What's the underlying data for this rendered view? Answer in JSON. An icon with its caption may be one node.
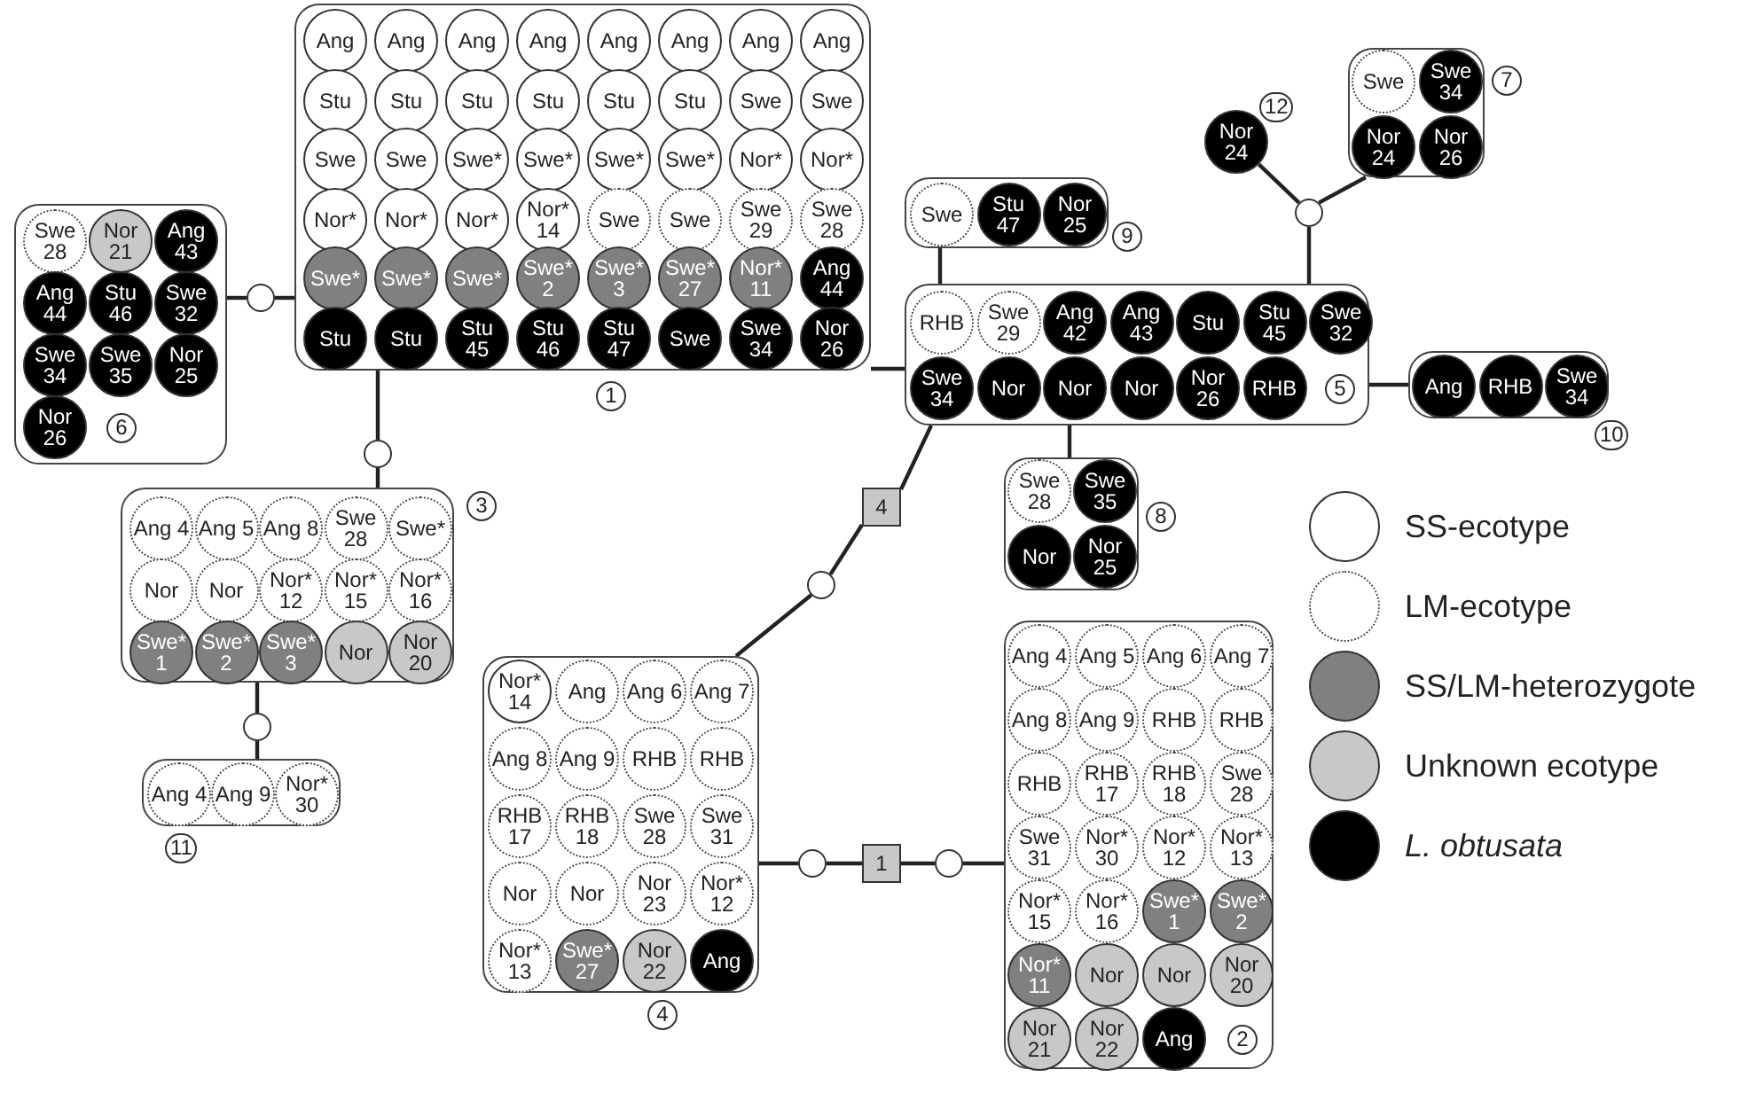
{
  "diagram": {
    "nodes": [
      {
        "text": [
          "6"
        ]
      },
      {
        "text": [
          "Swe 28"
        ],
        "in": 0
      },
      {
        "text": [
          "Nor 21"
        ],
        "in": 0
      },
      {
        "text": [
          "Ang 43"
        ],
        "in": 0
      },
      {
        "text": [
          "Ang 44"
        ],
        "in": 0
      },
      {
        "text": [
          "Stu 46"
        ],
        "in": 0
      },
      {
        "text": [
          "Swe 32"
        ],
        "in": 0
      },
      {
        "text": [
          "Swe 34"
        ],
        "in": 0
      },
      {
        "text": [
          "Swe 35"
        ],
        "in": 0
      },
      {
        "text": [
          "Nor 25"
        ],
        "in": 0
      },
      {
        "text": [
          "Nor 26"
        ],
        "in": 0
      },
      {
        "text": [],
        "shape": "circle"
      },
      {
        "text": [
          "1"
        ]
      },
      {
        "text": [
          "Ang"
        ],
        "in": 12
      },
      {
        "text": [
          "Ang"
        ],
        "in": 12
      },
      {
        "text": [
          "Ang"
        ],
        "in": 12
      },
      {
        "text": [
          "Ang"
        ],
        "in": 12
      },
      {
        "text": [
          "Ang"
        ],
        "in": 12
      },
      {
        "text": [
          "Ang"
        ],
        "in": 12
      },
      {
        "text": [
          "Ang"
        ],
        "in": 12
      },
      {
        "text": [
          "Ang"
        ],
        "in": 12
      },
      {
        "text": [
          "Stu"
        ],
        "in": 12
      },
      {
        "text": [
          "Stu"
        ],
        "in": 12
      },
      {
        "text": [
          "Stu"
        ],
        "in": 12
      },
      {
        "text": [
          "Stu"
        ],
        "in": 12
      },
      {
        "text": [
          "Stu"
        ],
        "in": 12
      },
      {
        "text": [
          "Stu"
        ],
        "in": 12
      },
      {
        "text": [
          "Swe"
        ],
        "in": 12
      },
      {
        "text": [
          "Swe"
        ],
        "in": 12
      },
      {
        "text": [
          "Swe"
        ],
        "in": 12
      },
      {
        "text": [
          "Swe"
        ],
        "in": 12
      },
      {
        "text": [
          "Swe*"
        ],
        "in": 12
      },
      {
        "text": [
          "Swe*"
        ],
        "in": 12
      },
      {
        "text": [
          "Swe*"
        ],
        "in": 12
      },
      {
        "text": [
          "Swe*"
        ],
        "in": 12
      },
      {
        "text": [
          "Nor*"
        ],
        "in": 12
      },
      {
        "text": [
          "Nor*"
        ],
        "in": 12
      },
      {
        "text": [
          "Nor*"
        ],
        "in": 12
      },
      {
        "text": [
          "Nor*"
        ],
        "in": 12
      },
      {
        "text": [
          "Nor*"
        ],
        "in": 12
      },
      {
        "text": [
          "Nor* 14"
        ],
        "in": 12
      },
      {
        "text": [
          "Swe"
        ],
        "in": 12
      },
      {
        "text": [
          "Swe"
        ],
        "in": 12
      },
      {
        "text": [
          "Swe 29"
        ],
        "in": 12
      },
      {
        "text": [
          "Swe 28"
        ],
        "in": 12
      },
      {
        "text": [
          "Swe*"
        ],
        "in": 12
      },
      {
        "text": [
          "Swe*"
        ],
        "in": 12
      },
      {
        "text": [
          "Swe*"
        ],
        "in": 12
      },
      {
        "text": [
          "Swe* 2"
        ],
        "in": 12
      },
      {
        "text": [
          "Swe* 3"
        ],
        "in": 12
      },
      {
        "text": [
          "Swe* 27"
        ],
        "in": 12
      },
      {
        "text": [
          "Nor* 11"
        ],
        "in": 12
      },
      {
        "text": [
          "Ang 44"
        ],
        "in": 12
      },
      {
        "text": [
          "Stu"
        ],
        "in": 12
      },
      {
        "text": [
          "Stu"
        ],
        "in": 12
      },
      {
        "text": [
          "Stu 45"
        ],
        "in": 12
      },
      {
        "text": [
          "Stu 46"
        ],
        "in": 12
      },
      {
        "text": [
          "Stu 47"
        ],
        "in": 12
      },
      {
        "text": [
          "Swe"
        ],
        "in": 12
      },
      {
        "text": [
          "Swe 34"
        ],
        "in": 12
      },
      {
        "text": [
          "Nor 26"
        ],
        "in": 12
      },
      {
        "text": [],
        "shape": "circle"
      },
      {
        "text": [
          "3"
        ]
      },
      {
        "text": [
          "Ang 4"
        ],
        "in": 62
      },
      {
        "text": [
          "Ang 5"
        ],
        "in": 62
      },
      {
        "text": [
          "Ang 8"
        ],
        "in": 62
      },
      {
        "text": [
          "Swe 28"
        ],
        "in": 62
      },
      {
        "text": [
          "Swe*"
        ],
        "in": 62
      },
      {
        "text": [
          "Nor"
        ],
        "in": 62
      },
      {
        "text": [
          "Nor"
        ],
        "in": 62
      },
      {
        "text": [
          "Nor* 12"
        ],
        "in": 62
      },
      {
        "text": [
          "Nor* 15"
        ],
        "in": 62
      },
      {
        "text": [
          "Nor* 16"
        ],
        "in": 62
      },
      {
        "text": [
          "Swe* 1"
        ],
        "in": 62
      },
      {
        "text": [
          "Swe* 2"
        ],
        "in": 62
      },
      {
        "text": [
          "Swe* 3"
        ],
        "in": 62
      },
      {
        "text": [
          "Nor"
        ],
        "in": 62
      },
      {
        "text": [
          "Nor 20"
        ],
        "in": 62
      },
      {
        "text": [],
        "shape": "circle"
      },
      {
        "text": [
          "11"
        ]
      },
      {
        "text": [
          "Ang 4"
        ],
        "in": 79
      },
      {
        "text": [
          "Ang 9"
        ],
        "in": 79
      },
      {
        "text": [
          "Nor* 30"
        ],
        "in": 79
      },
      {
        "text": [
          "9"
        ]
      },
      {
        "text": [
          "Swe"
        ],
        "in": 83
      },
      {
        "text": [
          "Stu 47"
        ],
        "in": 83
      },
      {
        "text": [
          "Nor 25"
        ],
        "in": 83
      },
      {
        "text": [
          "Nor 24"
        ],
        "beside": [
          "12"
        ]
      },
      {
        "text": [],
        "shape": "circle"
      },
      {
        "text": [
          "7"
        ]
      },
      {
        "text": [
          "Swe"
        ],
        "in": 89
      },
      {
        "text": [
          "Swe 34"
        ],
        "in": 89
      },
      {
        "text": [
          "Nor 24"
        ],
        "in": 89
      },
      {
        "text": [
          "Nor 26"
        ],
        "in": 89
      },
      {
        "text": [
          "5"
        ]
      },
      {
        "text": [
          "RHB"
        ],
        "in": 94
      },
      {
        "text": [
          "Swe 29"
        ],
        "in": 94
      },
      {
        "text": [
          "Ang 42"
        ],
        "in": 94
      },
      {
        "text": [
          "Ang 43"
        ],
        "in": 94
      },
      {
        "text": [
          "Stu"
        ],
        "in": 94
      },
      {
        "text": [
          "Stu 45"
        ],
        "in": 94
      },
      {
        "text": [
          "Swe 32"
        ],
        "in": 94
      },
      {
        "text": [
          "Swe 34"
        ],
        "in": 94
      },
      {
        "text": [
          "Nor"
        ],
        "in": 94
      },
      {
        "text": [
          "Nor"
        ],
        "in": 94
      },
      {
        "text": [
          "Nor"
        ],
        "in": 94
      },
      {
        "text": [
          "Nor 26"
        ],
        "in": 94
      },
      {
        "text": [
          "RHB"
        ],
        "in": 94
      },
      {
        "text": [
          "10"
        ]
      },
      {
        "text": [
          "Ang"
        ],
        "in": 108
      },
      {
        "text": [
          "RHB"
        ],
        "in": 108
      },
      {
        "text": [
          "Swe 34"
        ],
        "in": 108
      },
      {
        "text": [
          "8"
        ]
      },
      {
        "text": [
          "Swe 28"
        ],
        "in": 112
      },
      {
        "text": [
          "Swe 35"
        ],
        "in": 112
      },
      {
        "text": [
          "Nor"
        ],
        "in": 112
      },
      {
        "text": [
          "Nor 25"
        ],
        "in": 112
      },
      {
        "text": [
          "4"
        ]
      },
      {
        "text": [],
        "shape": "circle"
      },
      {
        "text": [
          "4"
        ]
      },
      {
        "text": [
          "Nor* 14"
        ],
        "in": 119
      },
      {
        "text": [
          "Ang"
        ],
        "in": 119
      },
      {
        "text": [
          "Ang 6"
        ],
        "in": 119
      },
      {
        "text": [
          "Ang 7"
        ],
        "in": 119
      },
      {
        "text": [
          "Ang 8"
        ],
        "in": 119
      },
      {
        "text": [
          "Ang 9"
        ],
        "in": 119
      },
      {
        "text": [
          "RHB"
        ],
        "in": 119
      },
      {
        "text": [
          "RHB"
        ],
        "in": 119
      },
      {
        "text": [
          "RHB 17"
        ],
        "in": 119
      },
      {
        "text": [
          "RHB 18"
        ],
        "in": 119
      },
      {
        "text": [
          "Swe 28"
        ],
        "in": 119
      },
      {
        "text": [
          "Swe 31"
        ],
        "in": 119
      },
      {
        "text": [
          "Nor"
        ],
        "in": 119
      },
      {
        "text": [
          "Nor"
        ],
        "in": 119
      },
      {
        "text": [
          "Nor 23"
        ],
        "in": 119
      },
      {
        "text": [
          "Nor* 12"
        ],
        "in": 119
      },
      {
        "text": [
          "Nor* 13"
        ],
        "in": 119
      },
      {
        "text": [
          "Swe* 27"
        ],
        "in": 119
      },
      {
        "text": [
          "Nor 22"
        ],
        "in": 119
      },
      {
        "text": [
          "Ang"
        ],
        "in": 119
      },
      {
        "text": [],
        "shape": "circle"
      },
      {
        "text": [
          "1"
        ]
      },
      {
        "text": [],
        "shape": "circle"
      },
      {
        "text": [
          "2"
        ]
      },
      {
        "text": [
          "Ang 4"
        ],
        "in": 143
      },
      {
        "text": [
          "Ang 5"
        ],
        "in": 143
      },
      {
        "text": [
          "Ang 6"
        ],
        "in": 143
      },
      {
        "text": [
          "Ang 7"
        ],
        "in": 143
      },
      {
        "text": [
          "Ang 8"
        ],
        "in": 143
      },
      {
        "text": [
          "Ang 9"
        ],
        "in": 143
      },
      {
        "text": [
          "RHB"
        ],
        "in": 143
      },
      {
        "text": [
          "RHB"
        ],
        "in": 143
      },
      {
        "text": [
          "RHB"
        ],
        "in": 143
      },
      {
        "text": [
          "RHB 17"
        ],
        "in": 143
      },
      {
        "text": [
          "RHB 18"
        ],
        "in": 143
      },
      {
        "text": [
          "Swe 28"
        ],
        "in": 143
      },
      {
        "text": [
          "Swe 31"
        ],
        "in": 143
      },
      {
        "text": [
          "Nor* 30"
        ],
        "in": 143
      },
      {
        "text": [
          "Nor* 12"
        ],
        "in": 143
      },
      {
        "text": [
          "Nor* 13"
        ],
        "in": 143
      },
      {
        "text": [
          "Nor* 15"
        ],
        "in": 143
      },
      {
        "text": [
          "Nor* 16"
        ],
        "in": 143
      },
      {
        "text": [
          "Swe* 1"
        ],
        "in": 143
      },
      {
        "text": [
          "Swe* 2"
        ],
        "in": 143
      },
      {
        "text": [
          "Nor* 11"
        ],
        "in": 143
      },
      {
        "text": [
          "Nor"
        ],
        "in": 143
      },
      {
        "text": [
          "Nor"
        ],
        "in": 143
      },
      {
        "text": [
          "Nor 20"
        ],
        "in": 143
      },
      {
        "text": [
          "Nor 21"
        ],
        "in": 143
      },
      {
        "text": [
          "Nor 22"
        ],
        "in": 143
      },
      {
        "text": [
          "Ang"
        ],
        "in": 143
      }
    ],
    "edges": [
      {
        "from": 0,
        "to": 11,
        "arrow": "none"
      },
      {
        "from": 11,
        "to": 12,
        "arrow": "none"
      },
      {
        "from": 12,
        "to": 61,
        "arrow": "none"
      },
      {
        "from": 61,
        "to": 62,
        "arrow": "none"
      },
      {
        "from": 62,
        "to": 78,
        "arrow": "none"
      },
      {
        "from": 78,
        "to": 79,
        "arrow": "none"
      },
      {
        "from": 12,
        "to": 94,
        "arrow": "none"
      },
      {
        "from": 83,
        "to": 94,
        "arrow": "none"
      },
      {
        "from": 87,
        "to": 88,
        "arrow": "none"
      },
      {
        "from": 88,
        "to": 89,
        "arrow": "none"
      },
      {
        "from": 88,
        "to": 94,
        "arrow": "none"
      },
      {
        "from": 94,
        "to": 108,
        "arrow": "none"
      },
      {
        "from": 94,
        "to": 112,
        "arrow": "none"
      },
      {
        "from": 94,
        "to": 117,
        "arrow": "none"
      },
      {
        "from": 117,
        "to": 118,
        "arrow": "none"
      },
      {
        "from": 118,
        "to": 119,
        "arrow": "none"
      },
      {
        "from": 119,
        "to": 140,
        "arrow": "none"
      },
      {
        "from": 140,
        "to": 141,
        "arrow": "none"
      },
      {
        "from": 141,
        "to": 142,
        "arrow": "none"
      },
      {
        "from": 142,
        "to": 143,
        "arrow": "none"
      }
    ],
    "legend": [
      {
        "text": "SS-ecotype"
      },
      {
        "text": "LM-ecotype"
      },
      {
        "text": "SS/LM-heterozygote",
        "color": "#808080"
      },
      {
        "text": "Unknown ecotype",
        "color": "#c8c8c8"
      },
      {
        "text": "L. obtusata",
        "color": "#000000"
      }
    ]
  }
}
